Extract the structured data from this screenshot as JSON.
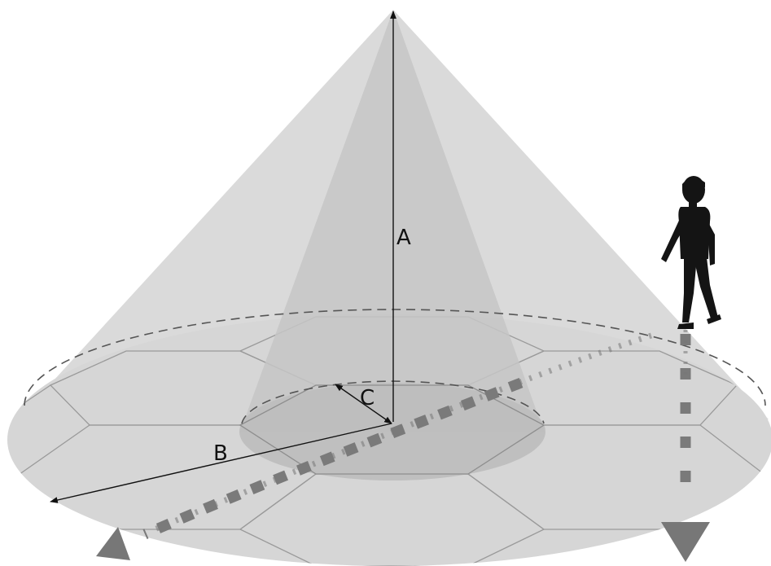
{
  "labels": {
    "height": "A",
    "outer_radius": "B",
    "inner_radius": "C"
  },
  "icons": {
    "person": "walking-person-icon",
    "path_start": "triangle-arrow-icon",
    "path_end": "triangle-arrow-icon"
  },
  "colors": {
    "outer_cone": "#d9d9d9",
    "inner_cone": "#c4c4c4",
    "inner_disk": "#bebebe",
    "hex_lines": "#9a9a9a",
    "dashed_outline": "#555555",
    "walk_path": "#777777",
    "person": "#141414",
    "dimension_lines": "#111111"
  }
}
